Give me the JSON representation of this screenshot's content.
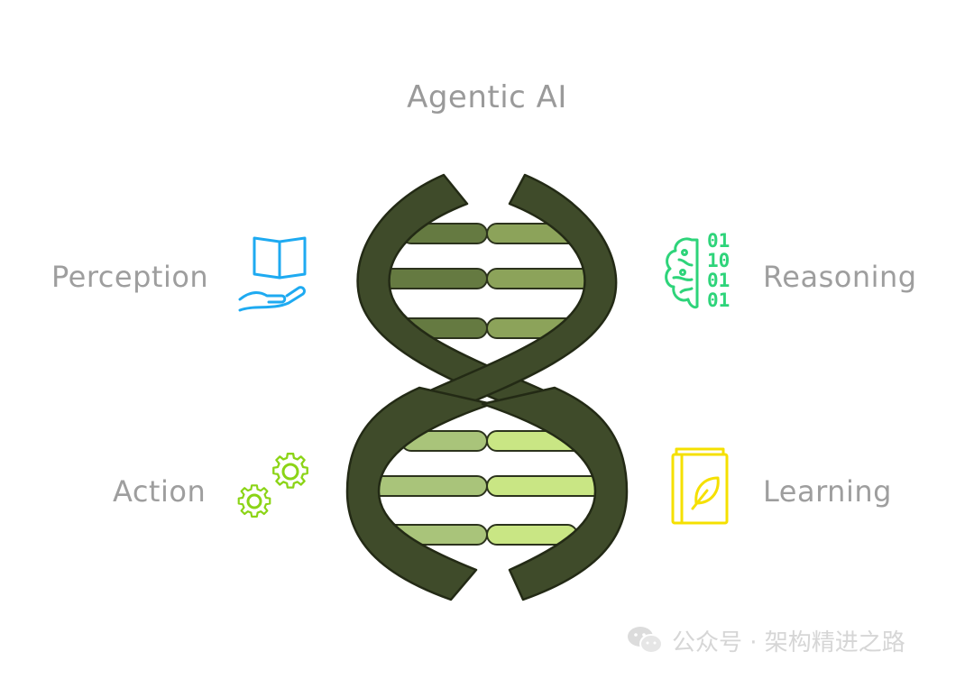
{
  "diagram": {
    "title": "Agentic AI",
    "labels": {
      "perception": "Perception",
      "reasoning": "Reasoning",
      "action": "Action",
      "learning": "Learning"
    },
    "binary_rows": [
      "01",
      "10",
      "01",
      "01"
    ]
  },
  "colors": {
    "strand": "#3f4b2a",
    "rung_top_left": "#657a41",
    "rung_top_right": "#8ca35a",
    "rung_bottom_left": "#a9c47a",
    "rung_bottom_right": "#c9e684",
    "perception_icon": "#1eaaf1",
    "reasoning_icon": "#2ed47a",
    "action_icon": "#8bd416",
    "learning_icon": "#f5e000"
  },
  "icons": {
    "perception": "open-book-hand-icon",
    "reasoning": "brain-binary-icon",
    "action": "gears-icon",
    "learning": "leaf-book-icon"
  },
  "watermark": {
    "text": "公众号 · 架构精进之路",
    "icon": "wechat-icon"
  }
}
